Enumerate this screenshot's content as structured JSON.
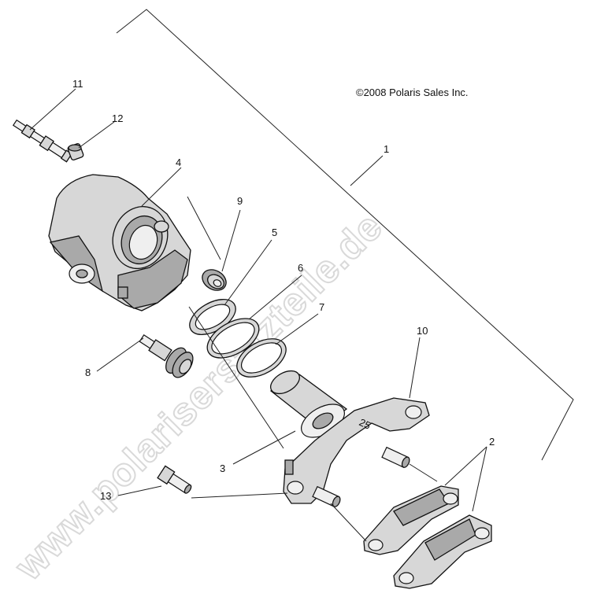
{
  "copyright": "©2008 Polaris Sales Inc.",
  "watermark": "www.polarisersatzteile.de",
  "part_stamp": "25",
  "callouts": {
    "c1": "1",
    "c2": "2",
    "c3": "3",
    "c4": "4",
    "c5": "5",
    "c6": "6",
    "c7": "7",
    "c8": "8",
    "c9": "9",
    "c10": "10",
    "c11": "11",
    "c12": "12",
    "c13": "13"
  }
}
